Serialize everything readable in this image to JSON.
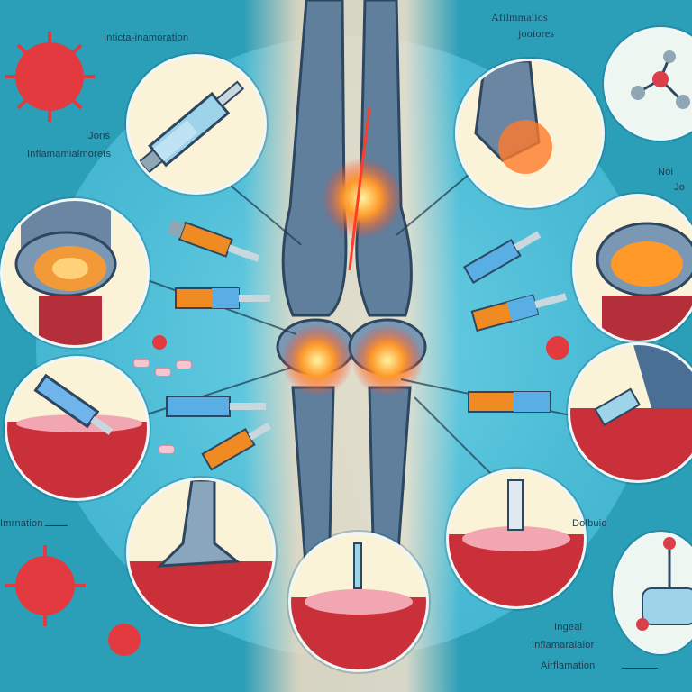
{
  "labels": {
    "top_left": "Inticta-inamoration",
    "top_right_1": "Afilmmaiios",
    "top_right_2": "jooiores",
    "left_1": "Joris",
    "left_2": "Inflamamialmorets",
    "right_1": "Noi",
    "right_2": "Jo",
    "left_lower": "Imrnation",
    "right_lower": "Dolbuio",
    "bottom_right_1": "Ingeai",
    "bottom_right_2": "Inflamaraiaior",
    "bottom_right_3": "Airflamation"
  },
  "colors": {
    "background": "#2b9fb8",
    "inflammation": "#ff7a1a",
    "bone": "#4a6a86",
    "tissue": "#c9303a",
    "virus": "#e23a3f",
    "syringe_orange": "#f08a22",
    "syringe_blue": "#5aaee6"
  },
  "icons": [
    "virus-icon",
    "syringe-icon",
    "molecule-icon",
    "glove-hand-icon",
    "pill-icon",
    "foot-xray-icon",
    "knee-joint-icon"
  ]
}
